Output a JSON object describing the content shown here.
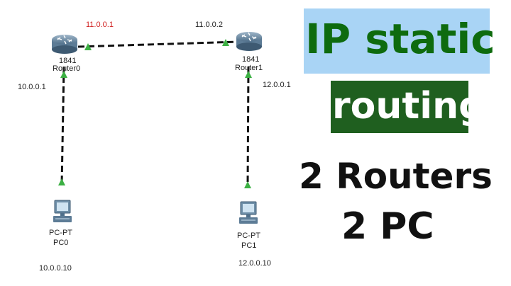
{
  "diagram": {
    "router0": {
      "model": "1841",
      "name": "Router0"
    },
    "router1": {
      "model": "1841",
      "name": "Router1"
    },
    "pc0": {
      "type": "PC-PT",
      "name": "PC0",
      "ip": "10.0.0.10"
    },
    "pc1": {
      "type": "PC-PT",
      "name": "PC1",
      "ip": "12.0.0.10"
    },
    "links": {
      "r0_r1_left_ip": "11.0.0.1",
      "r0_r1_right_ip": "11.0.0.2",
      "r0_pc0_ip": "10.0.0.1",
      "r1_pc1_ip": "12.0.0.1"
    },
    "colors": {
      "link": "#111111",
      "status_up": "#3cb043",
      "red_label": "#d02020"
    }
  },
  "banner": {
    "title": "IP static",
    "subtitle": "routing",
    "line1": "2 Routers",
    "line2": "2 PC",
    "colors": {
      "title_bg": "#a9d4f5",
      "title_fg": "#0e6b0e",
      "subtitle_bg": "#1f5f1f",
      "subtitle_fg": "#ffffff"
    }
  }
}
